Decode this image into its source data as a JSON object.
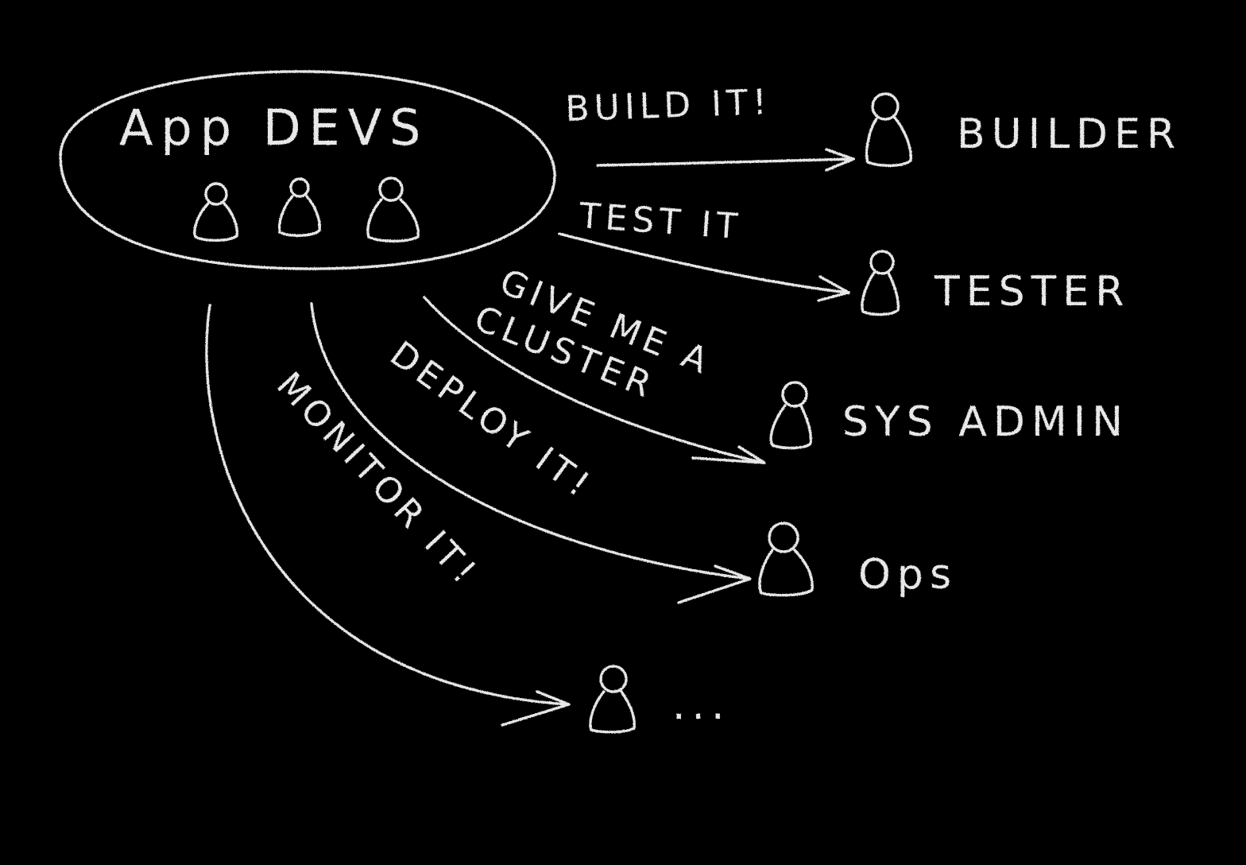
{
  "colors": {
    "background": "#000000",
    "chalk": "#e6e6e6"
  },
  "diagram": {
    "group": {
      "title": "App DEVS"
    },
    "roles": [
      {
        "id": "builder",
        "label": "BUILDER"
      },
      {
        "id": "tester",
        "label": "TESTER"
      },
      {
        "id": "sysadmin",
        "label": "SYS ADMIN"
      },
      {
        "id": "ops",
        "label": "Ops"
      },
      {
        "id": "more",
        "label": "..."
      }
    ],
    "edges": [
      {
        "id": "build",
        "label": "BUILD IT!"
      },
      {
        "id": "test",
        "label": "TEST IT"
      },
      {
        "id": "cluster",
        "line1": "GIVE ME A",
        "line2": "CLUSTER"
      },
      {
        "id": "deploy",
        "label": "DEPLOY IT!"
      },
      {
        "id": "monitor",
        "label": "MONITOR IT!"
      }
    ]
  }
}
